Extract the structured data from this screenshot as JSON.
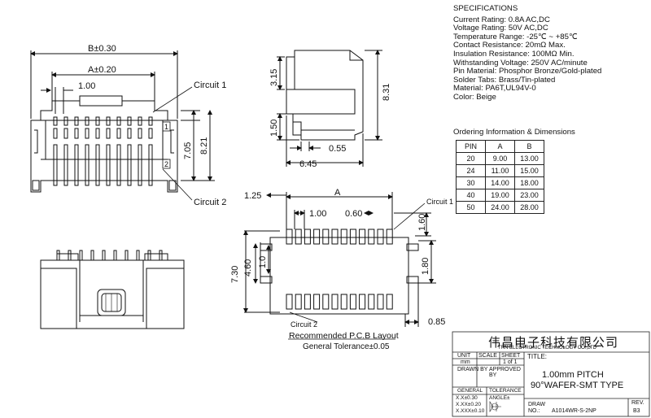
{
  "specifications": {
    "title": "SPECIFICATIONS",
    "lines": [
      "Current Rating: 0.8A AC,DC",
      "Voltage Rating: 50V AC,DC",
      "Temperature Range: -25℃ ~ +85℃",
      "Contact Resistance: 20mΩ Max.",
      "Insulation Resistance: 100MΩ Min.",
      "Withstanding Voltage: 250V AC/minute",
      "Pin Material: Phosphor Bronze/Gold-plated",
      "Solder Tabs: Brass/Tin-plated",
      "Material: PA6T,UL94V-0",
      "Color: Beige"
    ]
  },
  "ordering": {
    "title": "Ordering Information & Dimensions",
    "headers": [
      "PIN",
      "A",
      "B"
    ],
    "rows": [
      [
        "20",
        "9.00",
        "13.00"
      ],
      [
        "24",
        "11.00",
        "15.00"
      ],
      [
        "30",
        "14.00",
        "18.00"
      ],
      [
        "40",
        "19.00",
        "23.00"
      ],
      [
        "50",
        "24.00",
        "28.00"
      ]
    ]
  },
  "front_view": {
    "dim_b": "B±0.30",
    "dim_a": "A±0.20",
    "pitch": "1.00",
    "height_1": "7.05",
    "height_2": "8.21",
    "circuit_1": "Circuit 1",
    "circuit_2": "Circuit 2",
    "mark_1": "1",
    "mark_2": "2"
  },
  "side_view": {
    "d1": "3.15",
    "d2": "1.50",
    "d3": "8.31",
    "d4": "0.55",
    "d5": "6.45"
  },
  "pcb_layout": {
    "d_125": "1.25",
    "d_a": "A",
    "d_pitch": "1.00",
    "d_060": "0.60",
    "d_160": "1.60",
    "d_730": "7.30",
    "d_460": "4.60",
    "d_10": "1.0",
    "d_180": "1.80",
    "d_085": "0.85",
    "circuit_1": "Circuit 1",
    "circuit_2": "Circuit 2",
    "caption": "Recommended P.C.B Layout",
    "tolerance": "General Tolerance±0.05"
  },
  "title_block": {
    "company_cn": "伟昌电子科技有限公司",
    "company_en": "TRN  ELECTRONIC  TECHNOLOGY  CO.,LTD",
    "unit_label": "UNIT",
    "unit_value": "mm",
    "scale_label": "SCALE",
    "sheet_label": "SHEET",
    "sheet_value": "1 of 1",
    "title_label": "TITLE:",
    "title_line1": "1.00mm  PITCH",
    "title_line2": "90°WAFER-SMT  TYPE",
    "drawn_label": "DRAWN BY",
    "approved_label": "APPROVED BY",
    "general_label": "GENERAL",
    "tolerance_label": "TOLERANCE",
    "tol_1": "X.X±0.30",
    "tol_2": "X.XX±0.20",
    "tol_3": "X.XXX±0.10",
    "angle_label": "ANGLE±",
    "draw_no_label": "DRAW NO.:",
    "draw_no": "A1014WR-S-2NP",
    "rev_label": "REV.",
    "rev_value": "B3"
  }
}
